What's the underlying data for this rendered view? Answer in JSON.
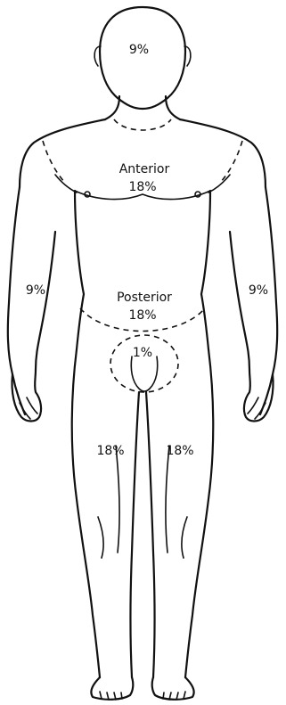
{
  "labels": {
    "head": "9%",
    "anterior_word": "Anterior",
    "anterior_pct": "18%",
    "posterior_word": "Posterior",
    "posterior_pct": "18%",
    "right_arm": "9%",
    "left_arm": "9%",
    "genital": "1%",
    "right_leg": "18%",
    "left_leg": "18%"
  },
  "colors": {
    "line": "#111111",
    "background": "#ffffff"
  }
}
